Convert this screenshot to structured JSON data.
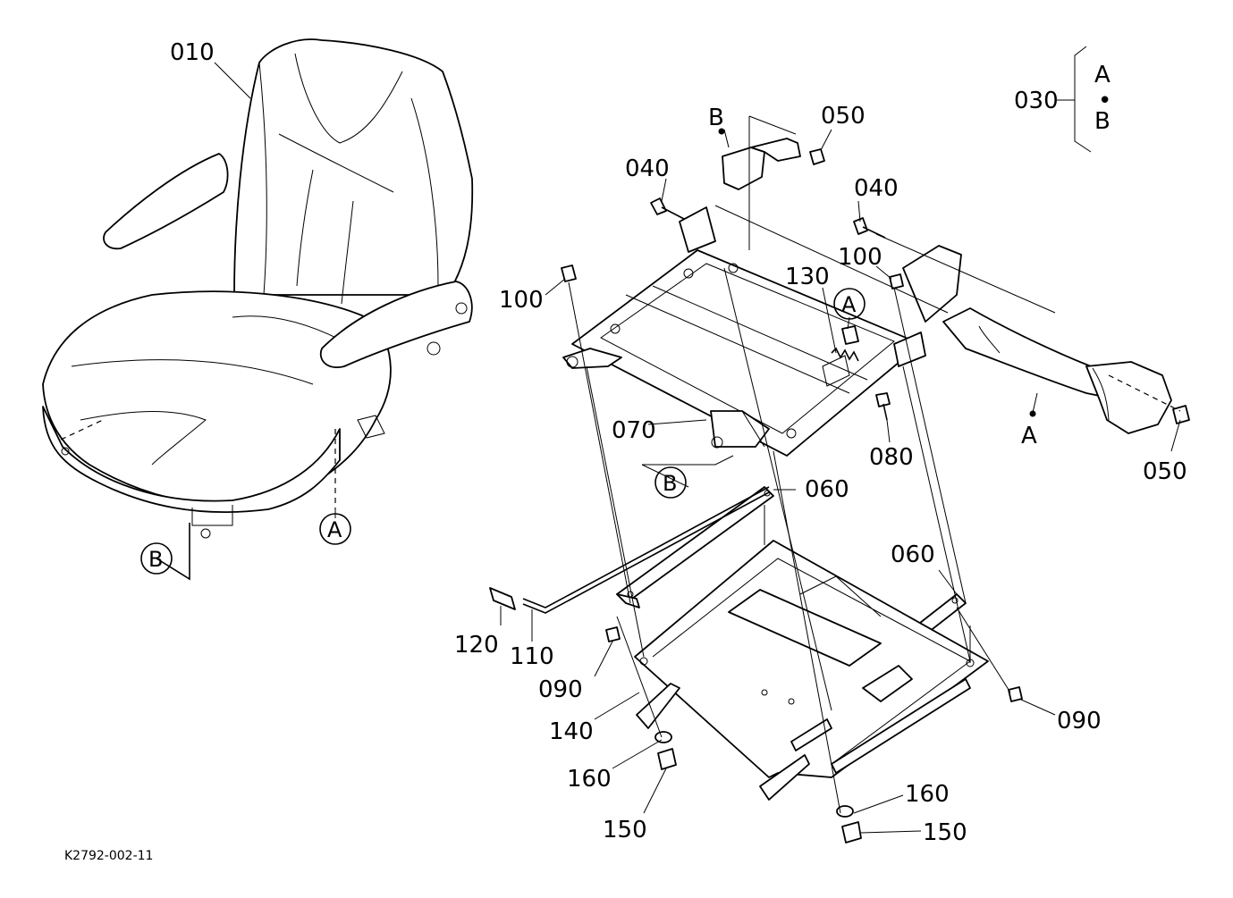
{
  "labels": {
    "seat": "010",
    "seat_belt_kit": "030",
    "buckle_bolt_left": "040",
    "buckle_bolt_right": "040",
    "nut_top": "050",
    "nut_right": "050",
    "rail_upper": "060",
    "rail_lower": "060",
    "bracket": "070",
    "bolt_080": "080",
    "bolt_090_left": "090",
    "bolt_090_right": "090",
    "nut_100_left": "100",
    "nut_100_right": "100",
    "lever_rod": "110",
    "grip": "120",
    "spring": "130",
    "base_plate": "140",
    "nut_150_left": "150",
    "nut_150_right": "150",
    "washer_160_left": "160",
    "washer_160_right": "160"
  },
  "callouts": {
    "a": "A",
    "b": "B"
  },
  "kit_contents": {
    "top": "A",
    "sep": "•",
    "bottom": "B"
  },
  "figure_code": "K2792-002-11"
}
